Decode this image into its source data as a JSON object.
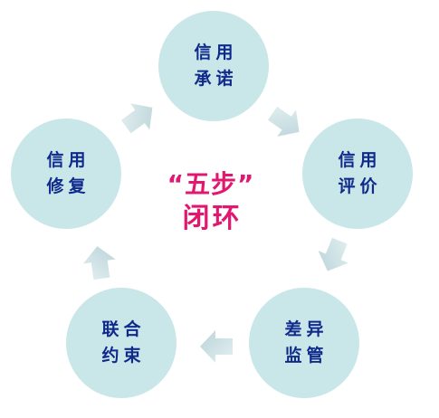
{
  "diagram": {
    "nodes": [
      {
        "line1": "信用",
        "line2": "承诺"
      },
      {
        "line1": "信用",
        "line2": "评价"
      },
      {
        "line1": "差异",
        "line2": "监管"
      },
      {
        "line1": "联合",
        "line2": "约束"
      },
      {
        "line1": "信用",
        "line2": "修复"
      }
    ],
    "center": {
      "line1": "“五步”",
      "line2": "闭环"
    }
  },
  "colors": {
    "node_fill": "#c9e6e9",
    "node_text": "#102a8c",
    "center_text": "#e0186f",
    "arrow_light": "#dcebee",
    "arrow_dark": "#b9d3d8"
  }
}
